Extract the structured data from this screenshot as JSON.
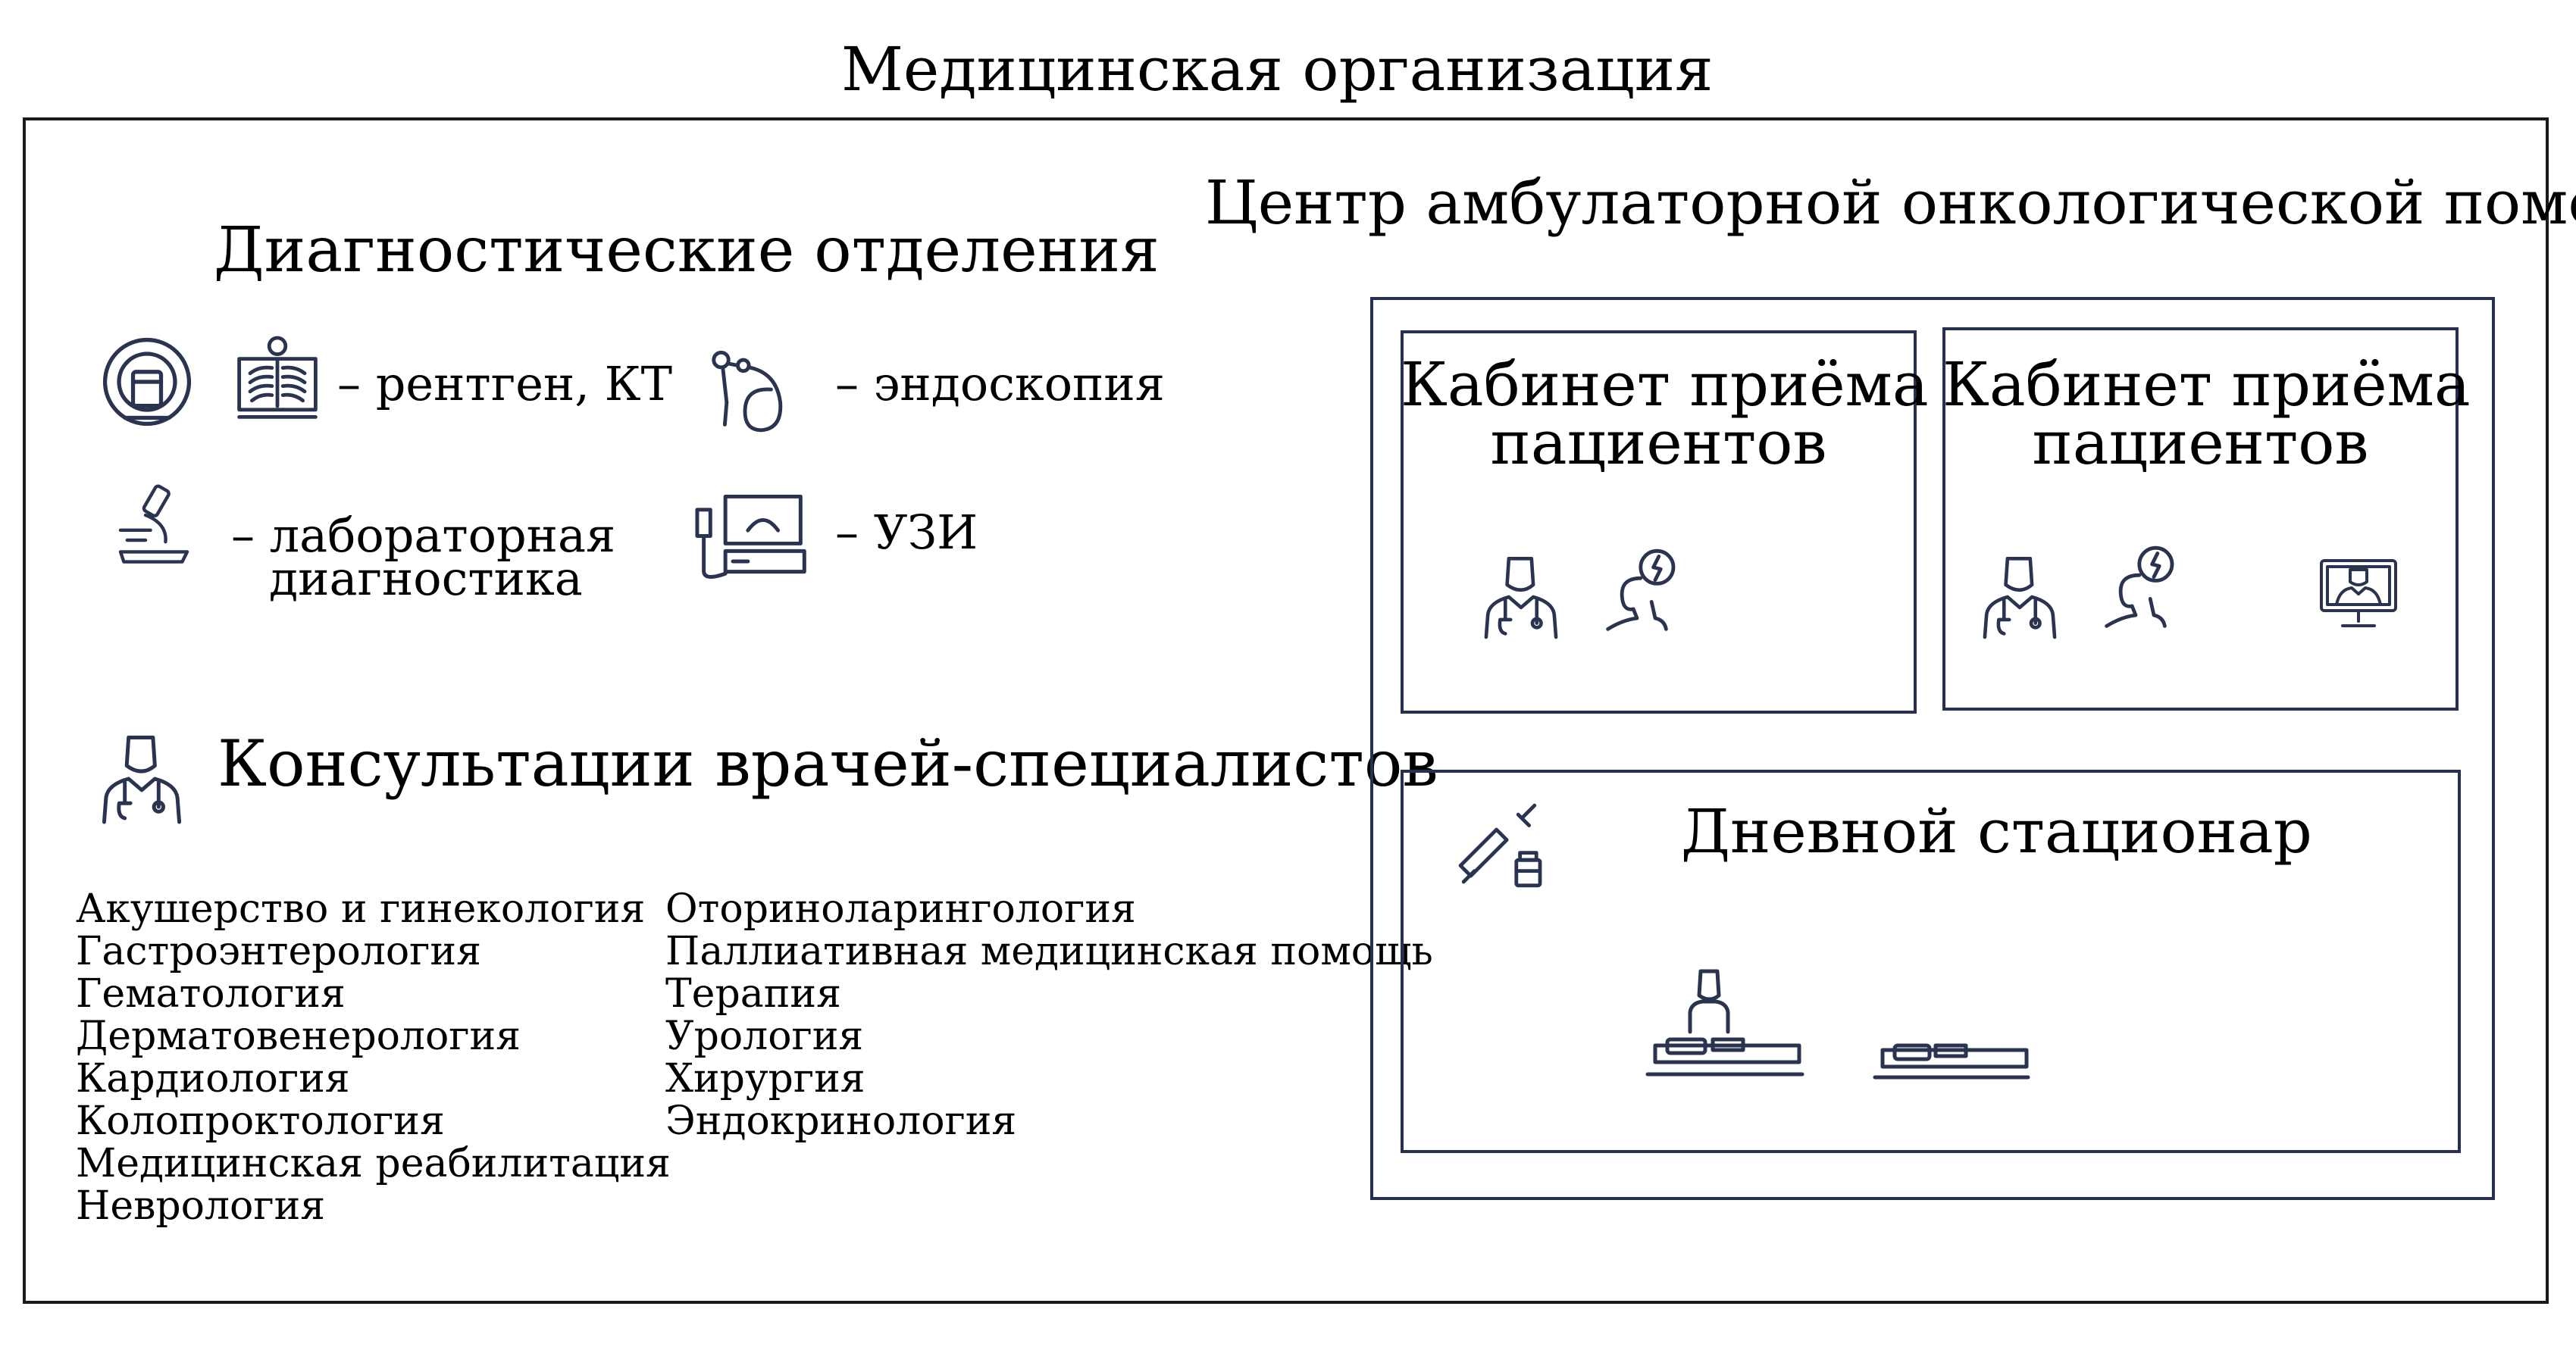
{
  "organization": {
    "title": "Медицинская организация"
  },
  "diagnostics": {
    "title": "Диагностические отделения",
    "xray_ct_label": "– рентген, КТ",
    "endoscopy_label": "– эндоскопия",
    "lab_label_line1": "– лабораторная",
    "lab_label_line2": "диагностика",
    "ultrasound_label": "– УЗИ"
  },
  "consultations": {
    "title": "Консультации врачей-специалистов",
    "column1": [
      "Акушерство и гинекология",
      "Гастроэнтерология",
      "Гематология",
      "Дерматовенерология",
      "Кардиология",
      "Колопроктология",
      "Медицинская реабилитация",
      "Неврология"
    ],
    "column2": [
      "Оториноларингология",
      "Паллиативная медицинская помощь",
      "Терапия",
      "Урология",
      "Хирургия",
      "Эндокринология"
    ]
  },
  "oncology_center": {
    "title": "Центр амбулаторной онкологической помощи",
    "cabinets": [
      {
        "title_line1": "Кабинет приёма",
        "title_line2": "пациентов"
      },
      {
        "title_line1": "Кабинет приёма",
        "title_line2": "пациентов"
      }
    ],
    "day_hospital": {
      "title": "Дневной стационар"
    }
  },
  "colors": {
    "frame": "#1a1a1a",
    "accent": "#27304f",
    "icon": "#2a3350"
  },
  "icons": [
    "mri-scanner-icon",
    "chest-xray-icon",
    "endoscope-icon",
    "microscope-icon",
    "ultrasound-machine-icon",
    "doctor-icon",
    "patient-pain-icon",
    "telemedicine-monitor-icon",
    "syringe-vial-icon",
    "patient-bed-icon"
  ]
}
